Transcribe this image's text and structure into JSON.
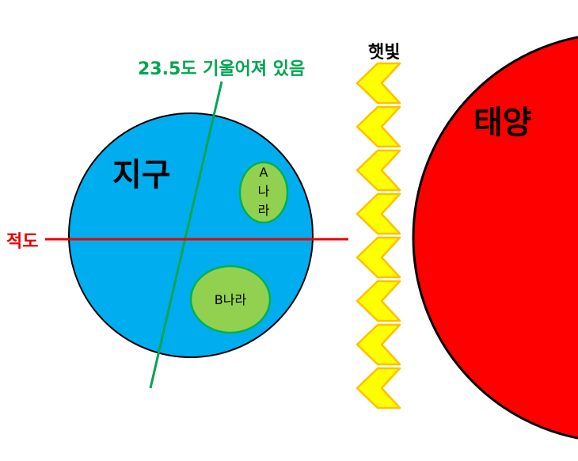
{
  "labels": {
    "tilt": "23.5도 기울어져 있음",
    "sunlight": "햇빛",
    "sun": "태양",
    "earth": "지구",
    "equator": "적도",
    "country_a": [
      "A",
      "나",
      "라"
    ],
    "country_b": "B나라"
  },
  "colors": {
    "earth": "#00aeef",
    "land": "#92d050",
    "land_border": "#00b050",
    "axis": "#00a550",
    "equator": "#e60000",
    "sun": "#ff0000",
    "arrow_fill": "#ffff00",
    "arrow_stroke": "#ffc000"
  },
  "sunlight_arrows": 8
}
